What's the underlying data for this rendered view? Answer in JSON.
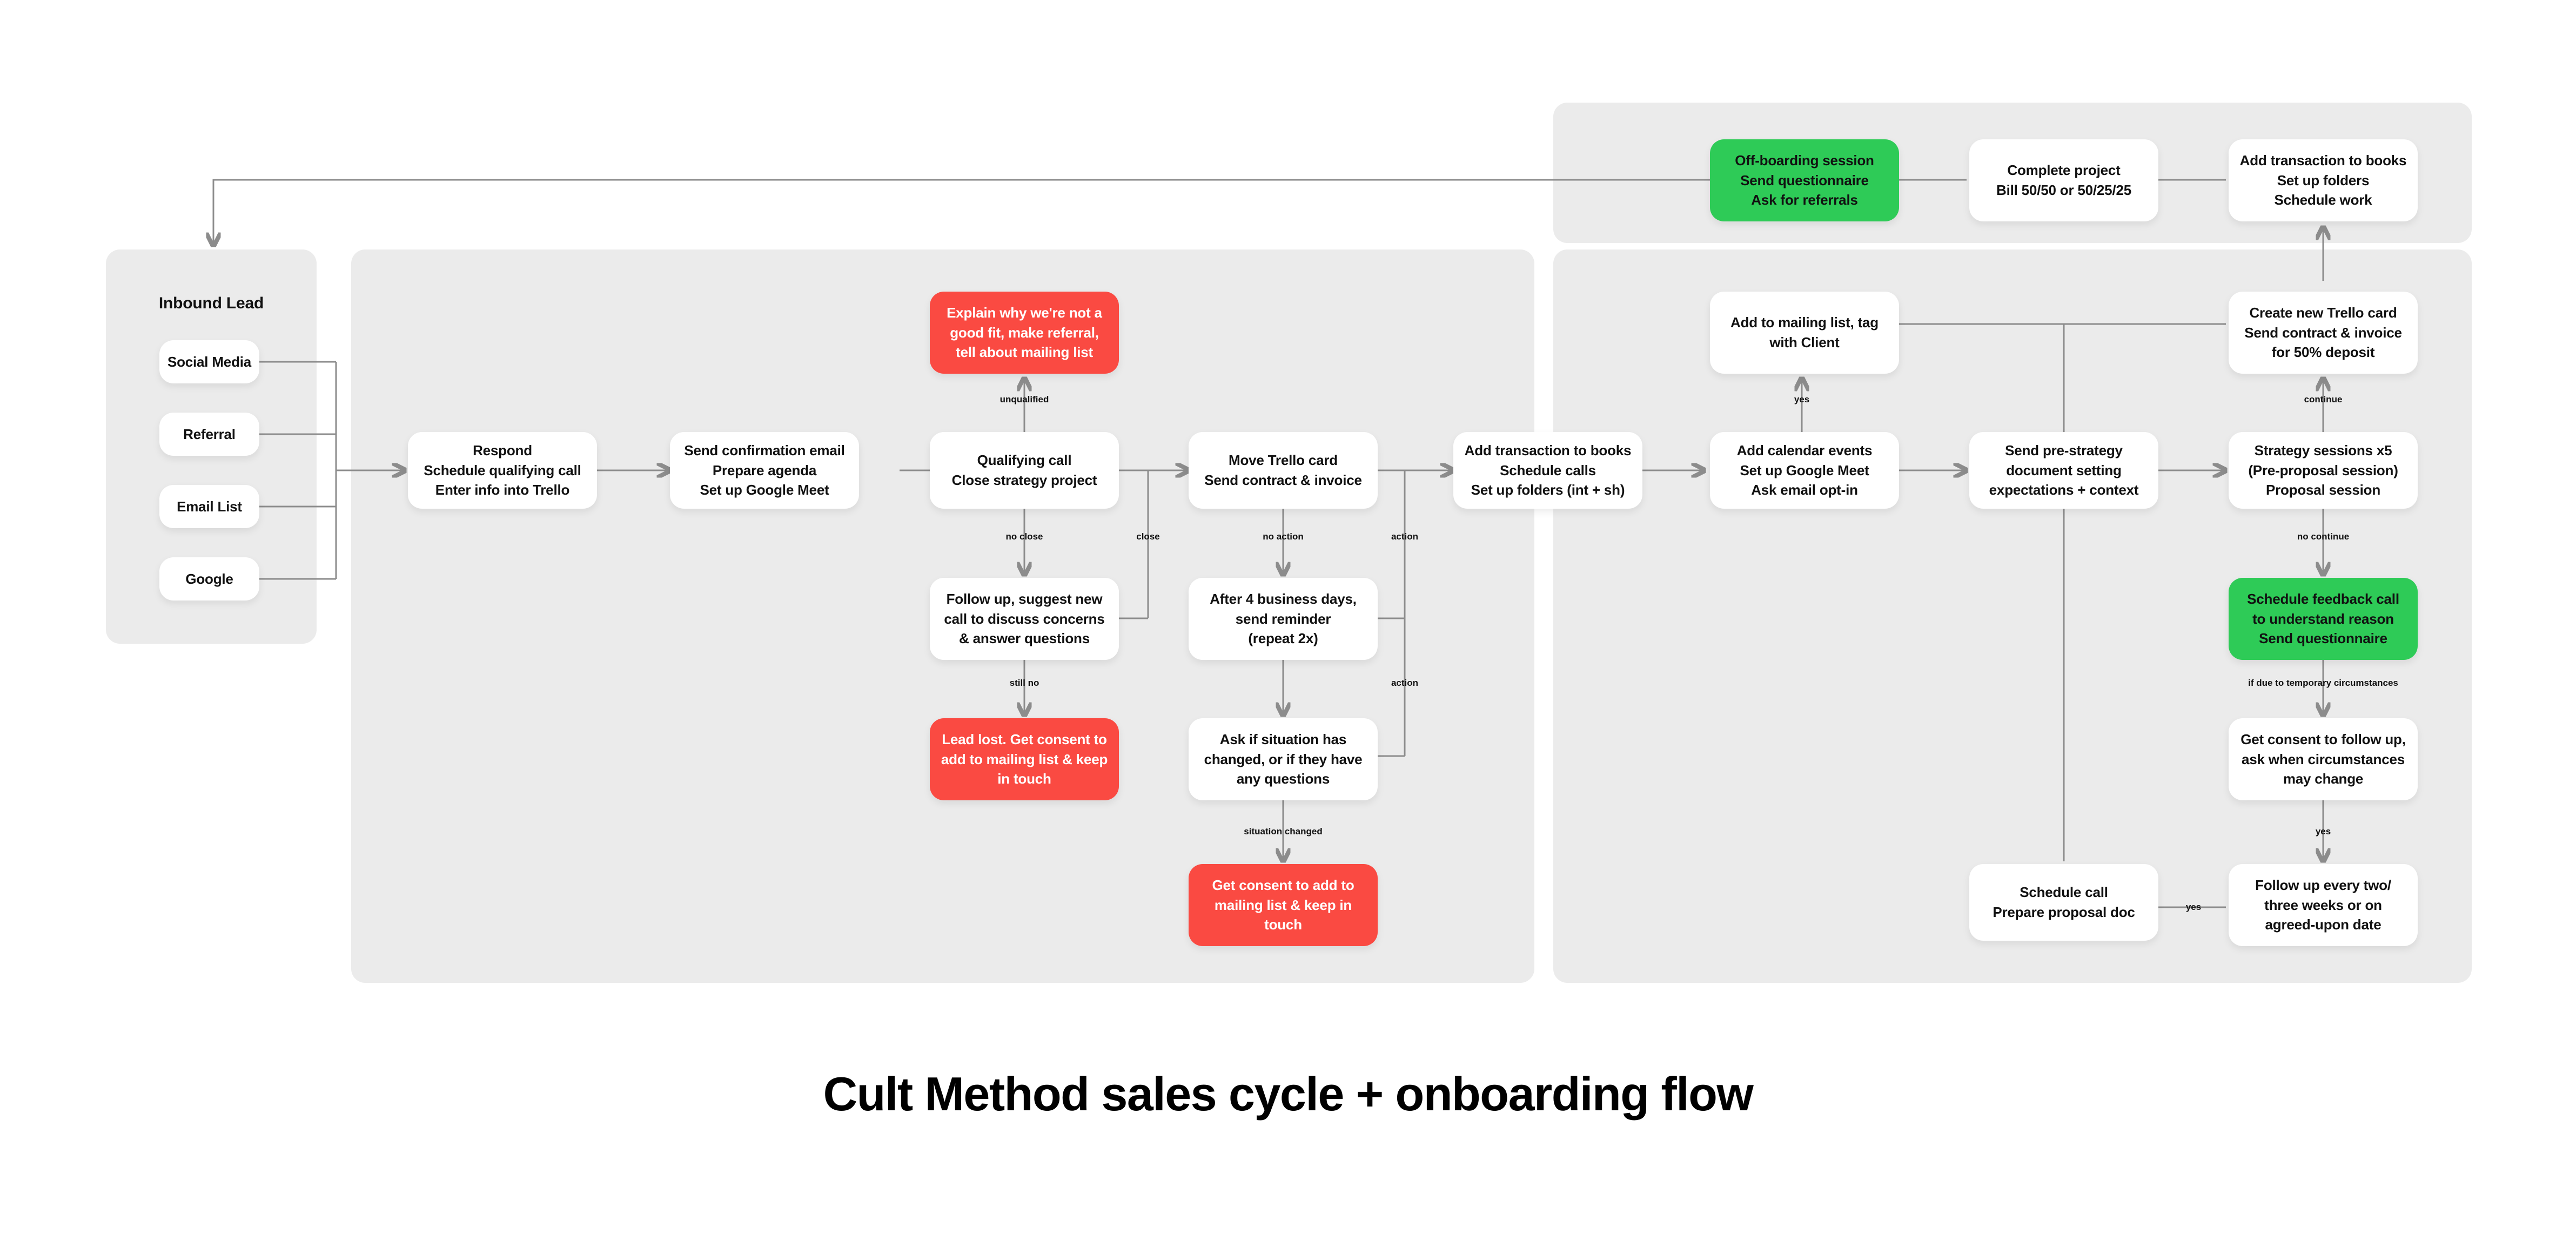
{
  "title": "Cult Method sales cycle + onboarding flow",
  "colors": {
    "page_background": "#ffffff",
    "panel_background": "#ebebeb",
    "node_background": "#ffffff",
    "node_text": "#111111",
    "negative_red": "#fa4a42",
    "positive_green": "#2ecb57",
    "connector": "#8c8c8c"
  },
  "groups": {
    "inbound": {
      "title": "Inbound Lead"
    }
  },
  "nodes": {
    "social_media": "Social Media",
    "referral": "Referral",
    "email_list": "Email List",
    "google": "Google",
    "respond": "Respond\nSchedule qualifying call\nEnter info into Trello",
    "send_confirmation": "Send confirmation email\nPrepare agenda\nSet up Google Meet",
    "qualifying_call": "Qualifying call\nClose strategy project",
    "not_good_fit": "Explain why we're not a\ngood fit, make referral,\ntell about mailing list",
    "follow_up_concerns": "Follow up, suggest new\ncall to discuss concerns\n& answer questions",
    "lead_lost": "Lead lost. Get consent to\nadd to mailing list & keep\nin touch",
    "move_trello_card": "Move Trello card\nSend contract & invoice",
    "after_4_days": "After 4 business days,\nsend reminder\n(repeat 2x)",
    "ask_situation": "Ask if situation has\nchanged, or if they have\nany questions",
    "get_consent_mailing": "Get consent to add to\nmailing list & keep in\ntouch",
    "add_transaction_books": "Add transaction to books\nSchedule calls\nSet up folders (int + sh)",
    "add_mailing_list_client": "Add to mailing list, tag\nwith Client",
    "add_calendar_events": "Add calendar events\nSet up Google Meet\nAsk email opt-in",
    "send_pre_strategy": "Send pre-strategy\ndocument setting\nexpectations + context",
    "create_trello_card": "Create new Trello card\nSend contract & invoice\nfor 50% deposit",
    "strategy_sessions": "Strategy sessions x5\n(Pre-proposal session)\nProposal session",
    "schedule_feedback_call": "Schedule feedback call\nto understand reason\nSend questionnaire",
    "get_consent_follow_up": "Get consent to follow up,\nask when circumstances\nmay change",
    "schedule_call_proposal": "Schedule call\nPrepare proposal doc",
    "follow_up_every_two": "Follow up every two/\nthree weeks or on\nagreed-upon date",
    "off_boarding": "Off-boarding session\nSend questionnaire\nAsk for referrals",
    "complete_project": "Complete project\nBill 50/50 or 50/25/25",
    "add_transaction_books_top": "Add transaction to books\nSet up folders\nSchedule work"
  },
  "edge_labels": {
    "unqualified": "unqualified",
    "no_close": "no close",
    "close": "close",
    "still_no": "still no",
    "no_action": "no action",
    "action_1": "action",
    "action_2": "action",
    "situation_changed": "situation changed",
    "yes_mailing": "yes",
    "continue": "continue",
    "no_continue": "no continue",
    "if_temporary": "if due to temporary circumstances",
    "yes_followup": "yes",
    "yes_schedule": "yes"
  }
}
